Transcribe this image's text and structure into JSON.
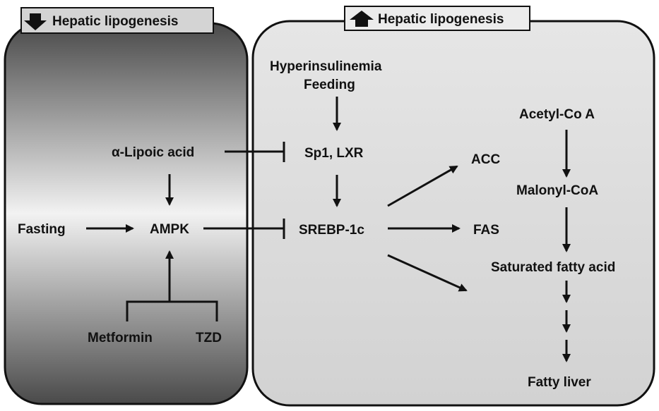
{
  "colors": {
    "left_panel_top": "#4a4a4a",
    "left_panel_mid": "#f2f2f2",
    "right_panel_top": "#e6e6e6",
    "right_panel_bottom": "#d2d2d2",
    "stroke": "#111111"
  },
  "left_panel": {
    "header": "Hepatic lipogenesis",
    "header_icon": "arrow-down-icon"
  },
  "right_panel": {
    "header": "Hepatic lipogenesis",
    "header_icon": "arrow-up-icon"
  },
  "nodes": {
    "alpha_lipoic_acid": "α-Lipoic acid",
    "fasting": "Fasting",
    "ampk": "AMPK",
    "metformin": "Metformin",
    "tzd": "TZD",
    "hyperinsulinemia": "Hyperinsulinemia",
    "feeding": "Feeding",
    "sp1_lxr": "Sp1, LXR",
    "srebp1c": "SREBP-1c",
    "acc": "ACC",
    "fas": "FAS",
    "acetyl_coa": "Acetyl-Co A",
    "malonyl_coa": "Malonyl-CoA",
    "saturated_fatty_acid": "Saturated fatty acid",
    "fatty_liver": "Fatty liver"
  },
  "edges": [
    {
      "from": "alpha_lipoic_acid",
      "to": "sp1_lxr",
      "kind": "inhibits"
    },
    {
      "from": "alpha_lipoic_acid",
      "to": "ampk",
      "kind": "activates"
    },
    {
      "from": "fasting",
      "to": "ampk",
      "kind": "activates"
    },
    {
      "from": "metformin",
      "to": "ampk",
      "kind": "activates"
    },
    {
      "from": "tzd",
      "to": "ampk",
      "kind": "activates"
    },
    {
      "from": "ampk",
      "to": "srebp1c",
      "kind": "inhibits"
    },
    {
      "from": "hyperinsulinemia",
      "to": "sp1_lxr",
      "kind": "activates"
    },
    {
      "from": "sp1_lxr",
      "to": "srebp1c",
      "kind": "activates"
    },
    {
      "from": "srebp1c",
      "to": "acc",
      "kind": "activates"
    },
    {
      "from": "srebp1c",
      "to": "fas",
      "kind": "activates"
    },
    {
      "from": "srebp1c",
      "to": "saturated_fatty_acid",
      "kind": "activates"
    },
    {
      "from": "acetyl_coa",
      "to": "malonyl_coa",
      "kind": "activates"
    },
    {
      "from": "malonyl_coa",
      "to": "saturated_fatty_acid",
      "kind": "activates"
    },
    {
      "from": "saturated_fatty_acid",
      "to": "fatty_liver",
      "kind": "activates"
    }
  ]
}
